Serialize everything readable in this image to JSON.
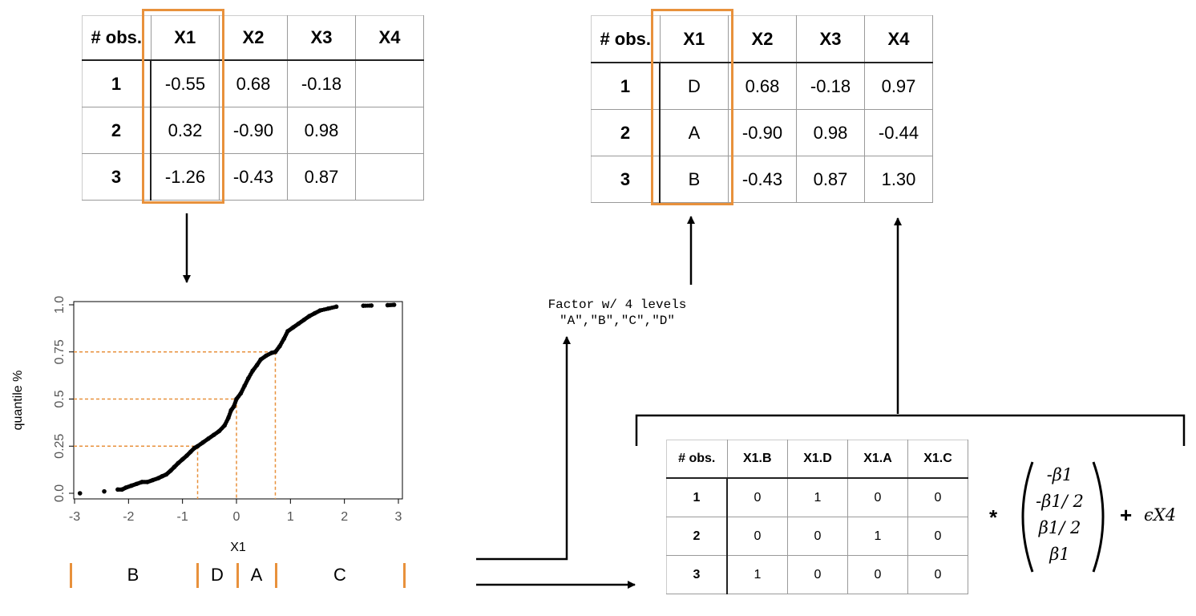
{
  "top_left_table": {
    "headers": [
      "# obs.",
      "X1",
      "X2",
      "X3",
      "X4"
    ],
    "rows": [
      [
        "1",
        "-0.55",
        "0.68",
        "-0.18",
        ""
      ],
      [
        "2",
        "0.32",
        "-0.90",
        "0.98",
        ""
      ],
      [
        "3",
        "-1.26",
        "-0.43",
        "0.87",
        ""
      ]
    ]
  },
  "top_right_table": {
    "headers": [
      "# obs.",
      "X1",
      "X2",
      "X3",
      "X4"
    ],
    "rows": [
      [
        "1",
        "D",
        "0.68",
        "-0.18",
        "0.97"
      ],
      [
        "2",
        "A",
        "-0.90",
        "0.98",
        "-0.44"
      ],
      [
        "3",
        "B",
        "-0.43",
        "0.87",
        "1.30"
      ]
    ]
  },
  "factor_note": {
    "line1": "Factor w/ 4 levels",
    "line2": "\"A\",\"B\",\"C\",\"D\""
  },
  "dummy_table": {
    "headers": [
      "# obs.",
      "X1.B",
      "X1.D",
      "X1.A",
      "X1.C"
    ],
    "rows": [
      [
        "1",
        "0",
        "1",
        "0",
        "0"
      ],
      [
        "2",
        "0",
        "0",
        "1",
        "0"
      ],
      [
        "3",
        "1",
        "0",
        "0",
        "0"
      ]
    ]
  },
  "formula": {
    "multiply": "*",
    "vector": [
      "-β1",
      "-β1/ 2",
      "β1/ 2",
      "β1"
    ],
    "plus": "+",
    "error": "ϵX4"
  },
  "segments": [
    "B",
    "D",
    "A",
    "C"
  ],
  "colors": {
    "highlight": "#e8913c",
    "points": "#000000"
  },
  "chart_data": {
    "type": "scatter",
    "xlabel": "X1",
    "ylabel": "quantile %",
    "xlim": [
      -3,
      3
    ],
    "ylim": [
      0,
      1
    ],
    "xticks": [
      "-3",
      "-2",
      "-1",
      "0",
      "1",
      "2",
      "3"
    ],
    "yticks": [
      "0.0",
      "0.25",
      "0.5",
      "0.75",
      "1.0"
    ],
    "quantile_guides": [
      {
        "q": 0.25,
        "x": -0.72
      },
      {
        "q": 0.5,
        "x": 0.0
      },
      {
        "q": 0.75,
        "x": 0.72
      }
    ],
    "points": [
      [
        -2.9,
        0.0
      ],
      [
        -2.45,
        0.01
      ],
      [
        -2.2,
        0.02
      ],
      [
        -2.12,
        0.02
      ],
      [
        -2.05,
        0.03
      ],
      [
        -1.95,
        0.04
      ],
      [
        -1.85,
        0.05
      ],
      [
        -1.75,
        0.06
      ],
      [
        -1.65,
        0.06
      ],
      [
        -1.55,
        0.07
      ],
      [
        -1.45,
        0.08
      ],
      [
        -1.38,
        0.09
      ],
      [
        -1.3,
        0.1
      ],
      [
        -1.22,
        0.12
      ],
      [
        -1.15,
        0.14
      ],
      [
        -1.08,
        0.16
      ],
      [
        -1.0,
        0.18
      ],
      [
        -0.92,
        0.2
      ],
      [
        -0.85,
        0.22
      ],
      [
        -0.78,
        0.24
      ],
      [
        -0.72,
        0.25
      ],
      [
        -0.62,
        0.27
      ],
      [
        -0.52,
        0.29
      ],
      [
        -0.42,
        0.31
      ],
      [
        -0.32,
        0.33
      ],
      [
        -0.22,
        0.36
      ],
      [
        -0.15,
        0.4
      ],
      [
        -0.1,
        0.44
      ],
      [
        -0.05,
        0.46
      ],
      [
        0.0,
        0.5
      ],
      [
        0.08,
        0.53
      ],
      [
        0.15,
        0.57
      ],
      [
        0.22,
        0.61
      ],
      [
        0.3,
        0.65
      ],
      [
        0.38,
        0.68
      ],
      [
        0.45,
        0.71
      ],
      [
        0.55,
        0.73
      ],
      [
        0.65,
        0.745
      ],
      [
        0.72,
        0.75
      ],
      [
        0.8,
        0.78
      ],
      [
        0.88,
        0.82
      ],
      [
        0.95,
        0.86
      ],
      [
        1.05,
        0.88
      ],
      [
        1.15,
        0.9
      ],
      [
        1.25,
        0.92
      ],
      [
        1.35,
        0.94
      ],
      [
        1.45,
        0.955
      ],
      [
        1.55,
        0.97
      ],
      [
        1.7,
        0.98
      ],
      [
        1.85,
        0.99
      ],
      [
        2.35,
        0.995
      ],
      [
        2.5,
        0.996
      ],
      [
        2.8,
        0.998
      ],
      [
        2.92,
        1.0
      ]
    ]
  }
}
